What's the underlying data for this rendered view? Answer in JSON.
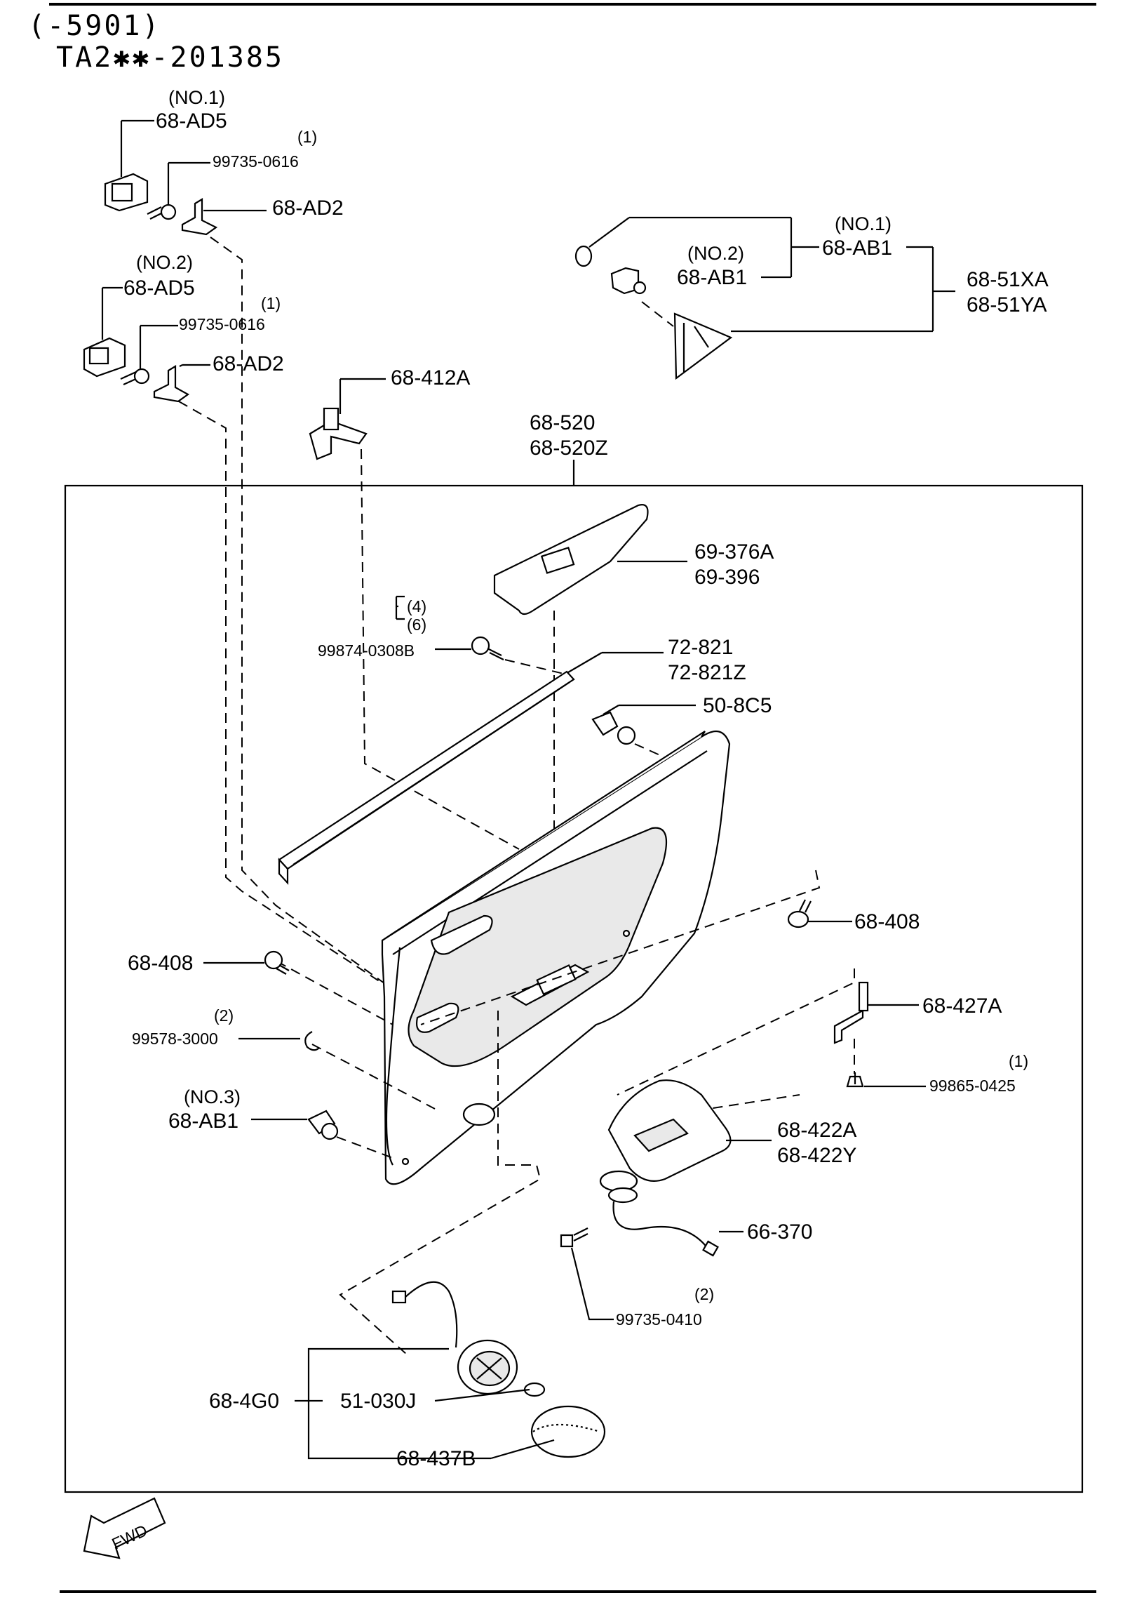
{
  "header": {
    "line1": "(-5901)",
    "line2": "TA2✱✱-201385"
  },
  "labels": {
    "no1_a": "(NO.1)",
    "ad5_a": "68-AD5",
    "qty1_a": "(1)",
    "bolt_a": "99735-0616",
    "ad2_a": "68-AD2",
    "no2_a": "(NO.2)",
    "ad5_b": "68-AD5",
    "qty1_b": "(1)",
    "bolt_b": "99735-0616",
    "ad2_b": "68-AD2",
    "412a": "68-412A",
    "no1_ab": "(NO.1)",
    "ab1_a": "68-AB1",
    "no2_ab": "(NO.2)",
    "ab1_b": "68-AB1",
    "51xa": "68-51XA",
    "51ya": "68-51YA",
    "520": "68-520",
    "520z": "68-520Z",
    "376a": "69-376A",
    "396": "69-396",
    "q4": "(4)",
    "q6": "(6)",
    "screw": "99874-0308B",
    "821": "72-821",
    "821z": "72-821Z",
    "8c5": "50-8C5",
    "408_r": "68-408",
    "408_l": "68-408",
    "q2_a": "(2)",
    "clip": "99578-3000",
    "427a": "68-427A",
    "q1_c": "(1)",
    "bolt_c": "99865-0425",
    "no3": "(NO.3)",
    "ab1_c": "68-AB1",
    "422a": "68-422A",
    "422y": "68-422Y",
    "370": "66-370",
    "q2_b": "(2)",
    "screw_b": "99735-0410",
    "4g0": "68-4G0",
    "030j": "51-030J",
    "437b": "68-437B",
    "fwd": "FWD"
  }
}
